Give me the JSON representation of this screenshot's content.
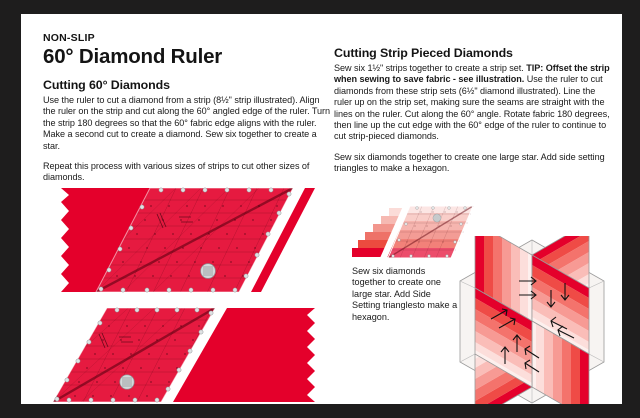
{
  "page": {
    "background_color": "#1e1d1d",
    "card_color": "#ffffff",
    "accent_red": "#E4002B"
  },
  "header": {
    "eyebrow": "NON-SLIP",
    "title": "60° Diamond Ruler"
  },
  "left_column": {
    "heading": "Cutting 60° Diamonds",
    "paragraph_1": "Use the ruler to cut a diamond from a strip (8½\" strip illustrated).  Align the ruler on the strip and cut along the 60° angled edge of the ruler. Turn the strip 180 degrees so that the 60° fabric edge aligns with the ruler. Make a second cut to create a diamond. Sew six together to create a star.",
    "paragraph_2": "Repeat this process with various sizes of strips to cut other sizes of diamonds."
  },
  "right_column": {
    "heading": "Cutting Strip Pieced Diamonds",
    "paragraph_1_lead": "Sew six 1½\" strips together to create a strip set. ",
    "paragraph_1_bold": "TIP: Offset the strip when sewing to save fabric - see illustration.",
    "paragraph_1_rest": "  Use the ruler to cut diamonds from these strip sets (6½\" diamond illustrated).  Line the ruler up on the strip set, making sure the seams are straight with the lines on the ruler.  Cut along the 60° angle.  Rotate fabric 180 degrees, then line up the cut edge with the 60° edge of the ruler to continue to cut strip-pieced diamonds.",
    "paragraph_2": "Sew six diamonds together to create one large star.  Add side setting triangles to make a hexagon.",
    "caption": "Sew six diamonds together to create one large star. Add Side Setting trianglesto make a hexagon."
  },
  "illustrations": {
    "top": {
      "name": "ruler-on-red-strip-first-cut",
      "fabric_color": "#E4002B",
      "ruler_fill": "rgba(255,255,255,0.10)",
      "description": "Red fabric strip with pinked zigzag left edge, transparent 60 degree diamond ruler laid over it, white diagonal cut line on the right"
    },
    "bottom": {
      "name": "ruler-on-red-strip-second-cut",
      "fabric_color": "#E4002B",
      "description": "Mirrored view: ruler on the left, red fabric strip with pinked zigzag right edge"
    },
    "strip_set": {
      "name": "offset-strip-set-with-ruler",
      "strip_colors": [
        "#fbdcd8",
        "#f6b9b2",
        "#f2968d",
        "#ee7268",
        "#ec4b3f",
        "#e4002b"
      ],
      "description": "Six offset strips sewn together with ruler overlaid at 60 degrees"
    },
    "star": {
      "name": "six-diamond-star-hexagon",
      "diamond_stripe_colors": [
        "#e4002b",
        "#ef4b46",
        "#f4736c",
        "#f79a94",
        "#fabdb8",
        "#fcdedb",
        "#fdf0ee"
      ],
      "setting_triangle_color": "#f7f4f2",
      "outline_color": "#9a9a9a",
      "arrow_color": "#111111",
      "arrow_count": 12,
      "description": "Hexagon made from six strip-pieced diamonds forming a star with seam-direction arrows"
    }
  }
}
